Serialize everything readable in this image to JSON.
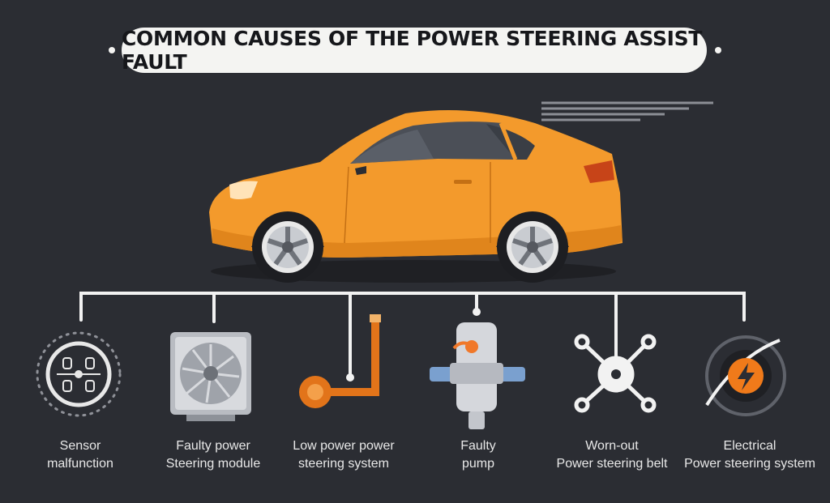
{
  "title": "COMMON CAUSES OF THE POWER STEERING ASSIST FAULT",
  "colors": {
    "background": "#2b2d33",
    "car": "#f39a2c",
    "accent": "#f07a1a",
    "line": "#f2f2f2"
  },
  "causes": [
    {
      "line1": "Sensor",
      "line2": "malfunction",
      "icon": "sensor-icon"
    },
    {
      "line1": "Faulty power",
      "line2": "Steering module",
      "icon": "steering-module-icon"
    },
    {
      "line1": "Low power power",
      "line2": "steering system",
      "icon": "fluid-pipe-icon"
    },
    {
      "line1": "Faulty",
      "line2": "pump",
      "icon": "pump-icon"
    },
    {
      "line1": "Worn-out",
      "line2": "Power steering belt",
      "icon": "belt-pulley-icon"
    },
    {
      "line1": "Electrical",
      "line2": "Power steering system",
      "icon": "lightning-icon"
    }
  ]
}
